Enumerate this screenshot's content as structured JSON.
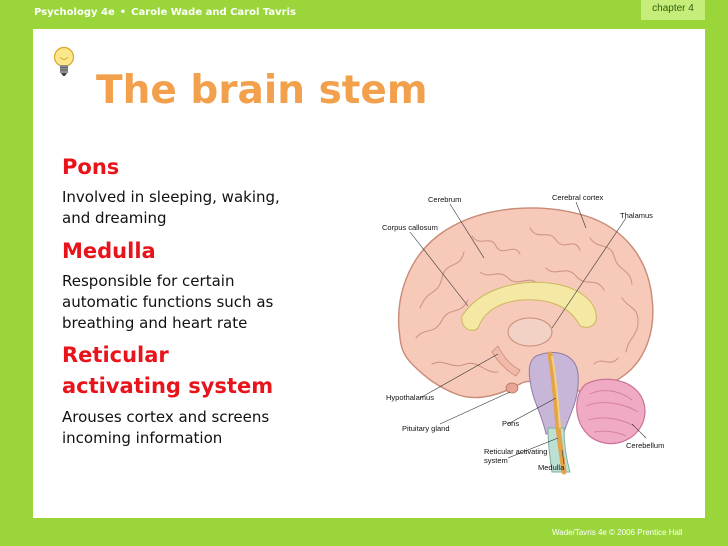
{
  "header": {
    "book": "Psychology 4e",
    "authors": "Carole Wade and Carol Tavris",
    "chapter": "chapter 4"
  },
  "slide": {
    "title": "The brain stem",
    "sections": [
      {
        "heading": "Pons",
        "body": [
          "Involved in sleeping, waking,",
          "and dreaming"
        ]
      },
      {
        "heading": "Medulla",
        "body": [
          "Responsible for certain",
          "automatic functions such as",
          "breathing and heart rate"
        ]
      },
      {
        "heading_lines": [
          "Reticular",
          "activating system"
        ],
        "body": [
          "Arouses cortex and screens",
          "incoming information"
        ]
      }
    ]
  },
  "figure": {
    "labels": {
      "cerebrum": "Cerebrum",
      "cerebral_cortex": "Cerebral cortex",
      "thalamus": "Thalamus",
      "corpus_callosum": "Corpus callosum",
      "hypothalamus": "Hypothalamus",
      "pituitary": "Pituitary gland",
      "pons": "Pons",
      "reticular_1": "Reticular activating",
      "reticular_2": "system",
      "medulla": "Medulla",
      "cerebellum": "Cerebellum"
    }
  },
  "footer": {
    "credit": "Wade/Tavris 4e © 2006 Prentice Hall"
  }
}
